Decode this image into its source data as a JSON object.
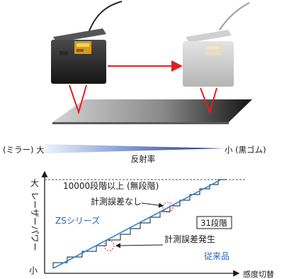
{
  "scale": {
    "left_label": "(ミラー) 大",
    "right_label": "小 (黒ゴム)",
    "center_label": "反射率"
  },
  "graph": {
    "y_axis_title": "レーザーパワー",
    "y_top_label": "大",
    "y_bottom_label": "小",
    "x_axis_label": "感度切替",
    "annotation_levels": "10000段階以上 (無段階)",
    "annotation_no_error": "計測誤差なし",
    "series_zs_label": "ZSシリーズ",
    "steps_box_label": "31段階",
    "annotation_error": "計測誤差発生",
    "series_old_label": "従来品"
  },
  "colors": {
    "laser_red": "#e02020",
    "zs_line": "#2a8ad6",
    "gradient_dark": "#1e2f8a",
    "gradient_light": "#eef2fb",
    "floor_dark": "#1a1a1a",
    "floor_light": "#d8d8d8"
  }
}
